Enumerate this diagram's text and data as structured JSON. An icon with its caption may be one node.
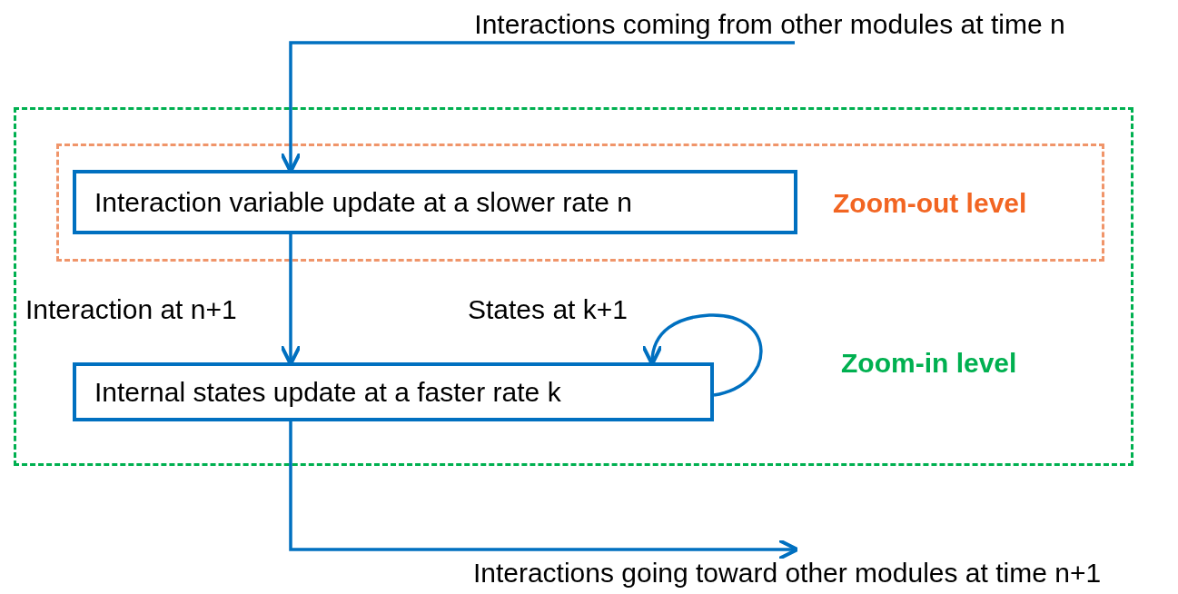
{
  "diagram": {
    "nodes": [
      {
        "text": [
          "Zoom-in level"
        ]
      },
      {
        "text": [
          "Zoom-out level"
        ],
        "in": 0
      },
      {
        "text": [
          "Interaction variable update at a slower rate n"
        ],
        "in": 1
      },
      {
        "text": [
          "Internal states update at a faster rate k"
        ],
        "in": 0
      },
      {
        "text": [
          "Interactions coming from other modules at time n"
        ]
      },
      {
        "text": [
          "Interactions going toward other modules at time n+1"
        ]
      }
    ],
    "edges": [
      {
        "from": 4,
        "to": 2,
        "arrow": "to"
      },
      {
        "from": 2,
        "to": 3,
        "arrow": "to",
        "label": "Interaction at n+1"
      },
      {
        "from": 3,
        "to": 3,
        "arrow": "to",
        "label": "States at k+1"
      },
      {
        "from": 3,
        "to": 5,
        "arrow": "to"
      }
    ]
  }
}
